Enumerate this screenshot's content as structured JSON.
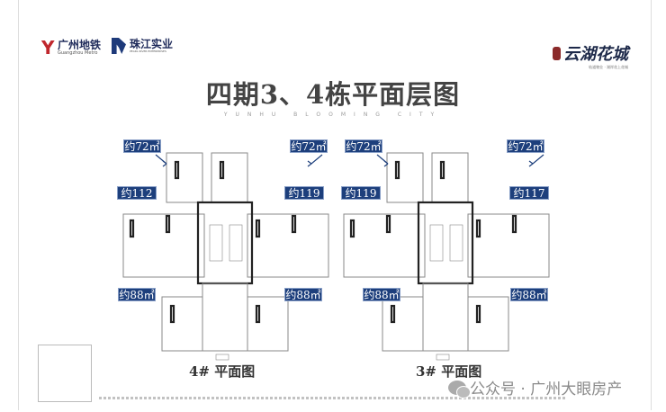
{
  "header": {
    "metro_logo": {
      "cn": "广州地铁",
      "en": "Guangzhou Metro"
    },
    "pearl_logo": {
      "cn": "珠江实业",
      "en": "PEARL RIVER ENTERPRISES"
    },
    "brand": {
      "name": "云湖花城",
      "sub": "轨道物业 · 湖岸花上花城"
    },
    "title": "四期3、4栋平面层图",
    "subtitle": "YUNHU BLOOMING CITY"
  },
  "buildings": [
    {
      "caption": "4# 平面图",
      "tags": [
        "约72㎡",
        "约72㎡",
        "约112㎡",
        "约119㎡",
        "约88㎡",
        "约88㎡"
      ]
    },
    {
      "caption": "3# 平面图",
      "tags": [
        "约72㎡",
        "约72㎡",
        "约119㎡",
        "约117㎡",
        "约88㎡",
        "约88㎡"
      ]
    }
  ],
  "watermark": "公众号 · 广州大眼房产",
  "colors": {
    "tag": "#1d3f7c",
    "metro": "#c0272d",
    "wall": "#222222"
  }
}
